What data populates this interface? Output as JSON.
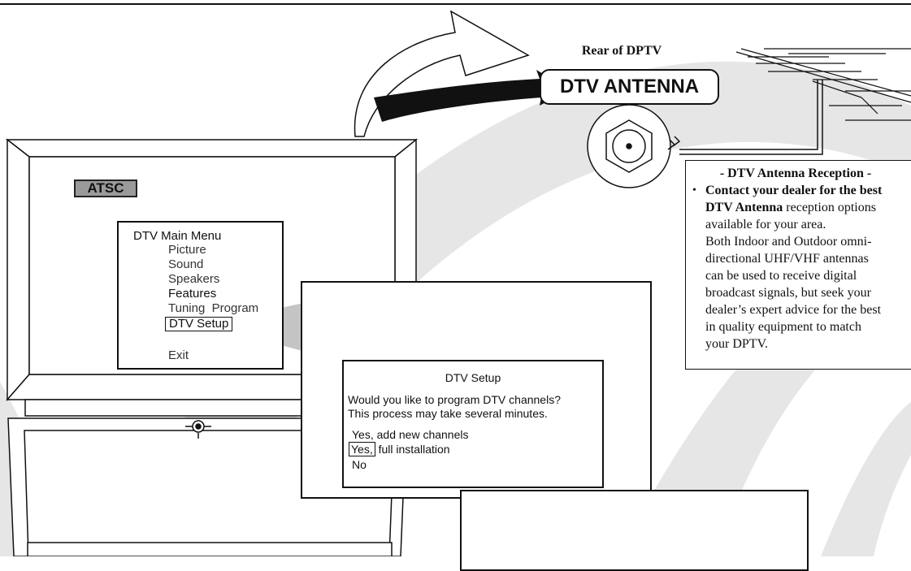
{
  "tv_screen": {
    "badge": "ATSC"
  },
  "main_menu": {
    "title": "DTV Main Menu",
    "items": [
      "Picture",
      "Sound",
      "Speakers",
      "Features",
      "Tuning  Program"
    ],
    "selected": "DTV Setup",
    "exit": "Exit"
  },
  "setup_dialog": {
    "title": "DTV Setup",
    "question_line1": "Would you like to program DTV channels?",
    "question_line2": "This process may take several minutes.",
    "option_add": "Yes, add new channels",
    "option_full_yes": "Yes,",
    "option_full_rest": " full installation",
    "option_no": "No"
  },
  "antenna": {
    "rear_label": "Rear of DPTV",
    "label": "DTV ANTENNA"
  },
  "reception_info": {
    "title": "- DTV Antenna Reception -",
    "bullet": "•",
    "bold_line1": "Contact your dealer for the best",
    "bold_line2": "DTV Antenna",
    "line2_rest": " reception options",
    "line3": "available for your area.",
    "line4": "Both Indoor and Outdoor omni-",
    "line5": "directional UHF/VHF antennas",
    "line6": "can be used to receive digital",
    "line7": "broadcast signals, but seek your",
    "line8": "dealer’s expert advice for the best",
    "line9": "in quality equipment to match",
    "line10": "your DPTV."
  },
  "colors": {
    "swirl": "#e6e6e6",
    "arrow": "#111111",
    "bubble": "#c4c4c4",
    "badge": "#9a9a9a"
  }
}
